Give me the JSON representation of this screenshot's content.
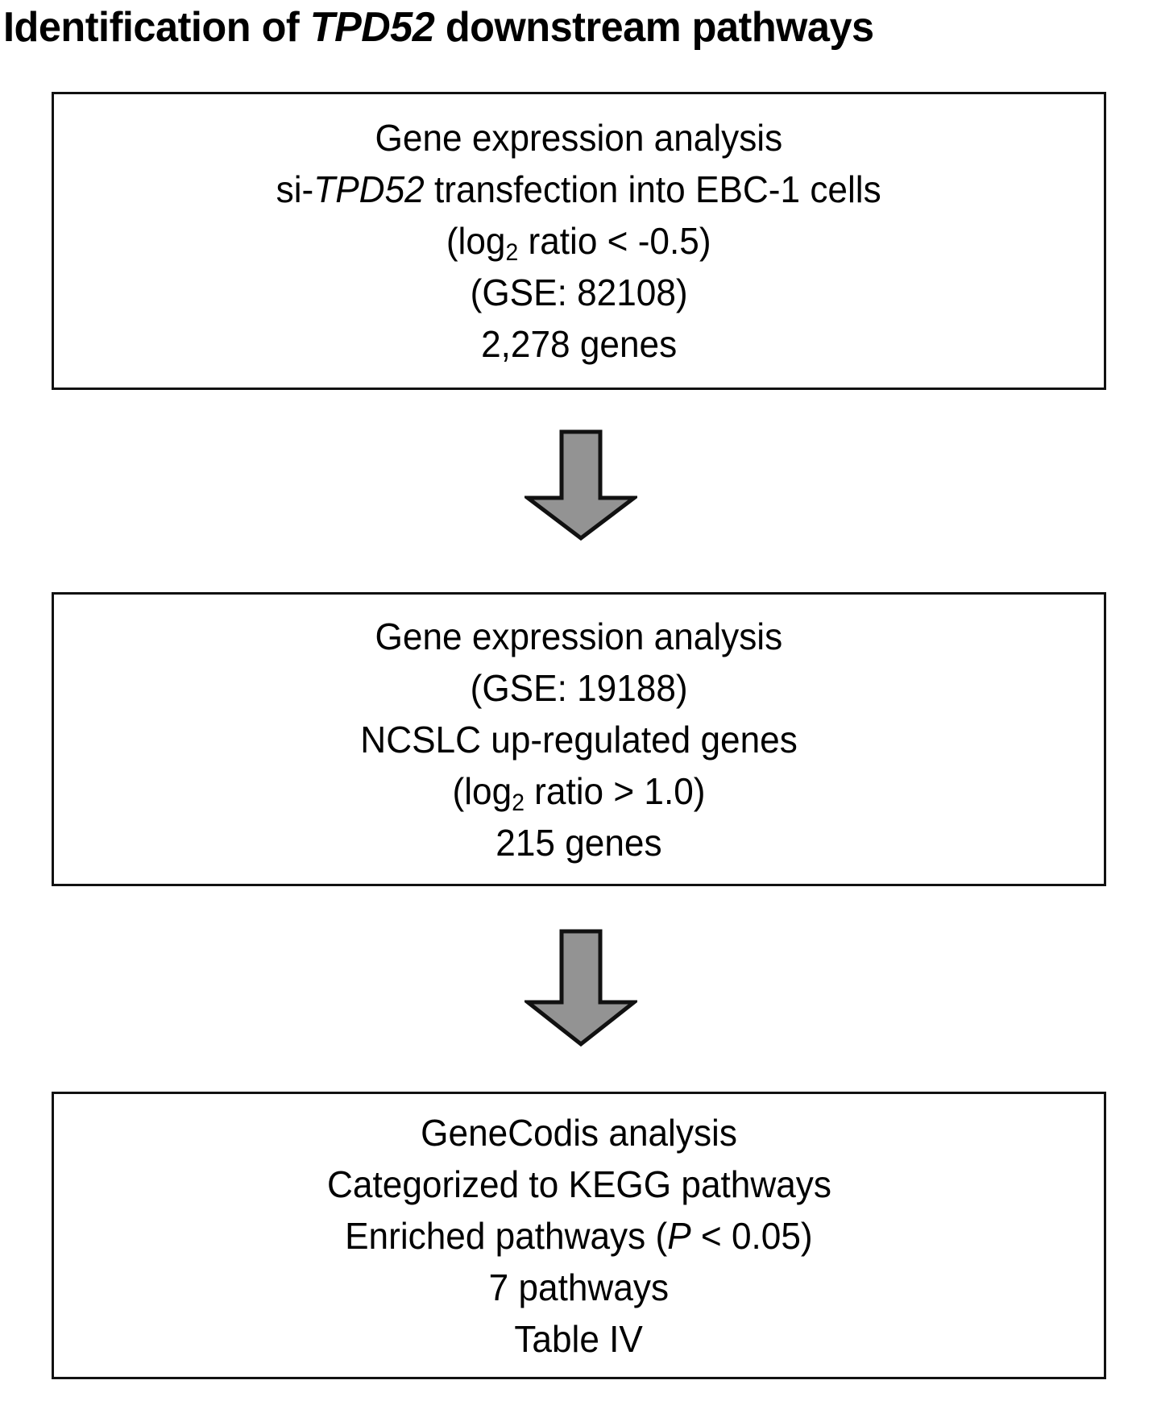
{
  "figure": {
    "title": {
      "prefix": "Identification of ",
      "gene": "TPD52",
      "suffix": " downstream pathways"
    },
    "boxes": [
      {
        "id": "box-1",
        "name": "gene-expression-si-tpd52-box",
        "lines": [
          {
            "text": "Gene expression analysis"
          },
          {
            "pre": "si-",
            "italic": "TPD52",
            "post": " transfection into EBC-1 cells"
          },
          {
            "pre": "(log",
            "sub": "2",
            "post": " ratio < -0.5)"
          },
          {
            "text": "(GSE: 82108)"
          },
          {
            "text": "2,278 genes"
          }
        ]
      },
      {
        "id": "box-2",
        "name": "gene-expression-nsclc-box",
        "lines": [
          {
            "text": "Gene expression analysis"
          },
          {
            "text": "(GSE: 19188)"
          },
          {
            "text": "NCSLC up-regulated genes"
          },
          {
            "pre": "(log",
            "sub": "2",
            "post": " ratio > 1.0)"
          },
          {
            "text": "215 genes"
          }
        ]
      },
      {
        "id": "box-3",
        "name": "genecodis-analysis-box",
        "lines": [
          {
            "text": "GeneCodis analysis"
          },
          {
            "text": "Categorized to KEGG pathways"
          },
          {
            "pre": "Enriched pathways (",
            "italic": "P",
            "post": " < 0.05)"
          },
          {
            "text": "7 pathways"
          },
          {
            "text": "Table IV"
          }
        ]
      }
    ],
    "arrows": [
      {
        "id": "arrow-1",
        "name": "down-arrow-box1-to-box2",
        "direction": "down"
      },
      {
        "id": "arrow-2",
        "name": "down-arrow-box2-to-box3",
        "direction": "down"
      }
    ],
    "colors": {
      "arrow_fill": "#939393",
      "arrow_stroke": "#111111",
      "box_border": "#111111",
      "text": "#000000",
      "background": "#ffffff"
    }
  }
}
